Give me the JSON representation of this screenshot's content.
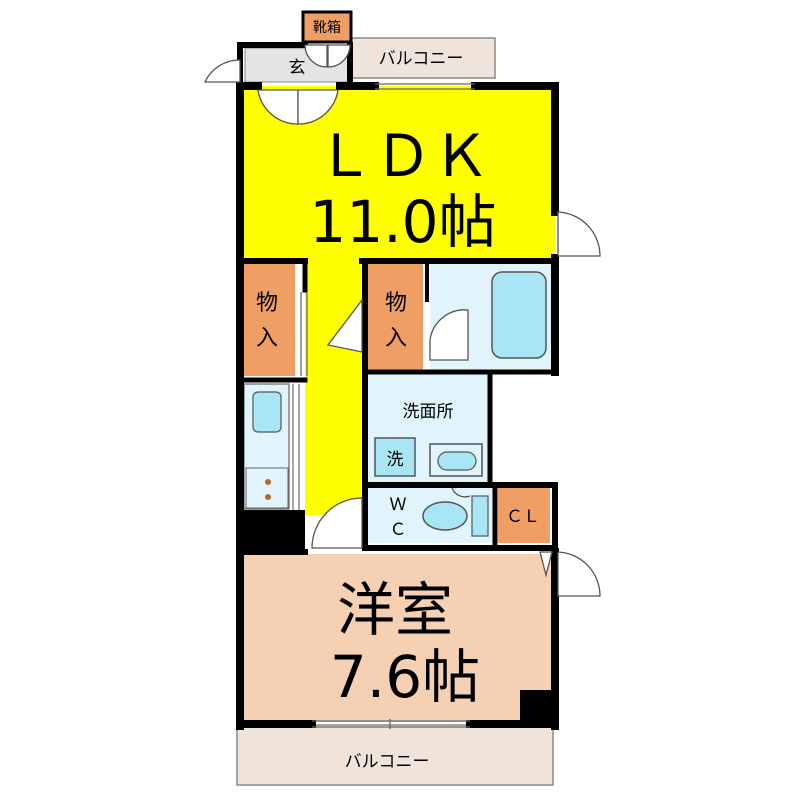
{
  "colors": {
    "ldk_fill": "#ffff00",
    "western_room_fill": "#f5d0b3",
    "storage_fill": "#ef9f63",
    "wet_area_fill": "#e1f3fb",
    "fixture_fill": "#a9e6f5",
    "balcony_fill": "#f0e4da",
    "wall": "#000000"
  },
  "rooms": {
    "ldk": {
      "name": "ＬＤＫ",
      "area": "11.0帖"
    },
    "western": {
      "name": "洋室",
      "area": "7.6帖"
    },
    "storage_left": {
      "line1": "物",
      "line2": "入"
    },
    "storage_right": {
      "line1": "物",
      "line2": "入"
    },
    "washroom": {
      "label": "洗面所"
    },
    "washer": {
      "label": "洗"
    },
    "toilet": {
      "line1": "Ｗ",
      "line2": "Ｃ"
    },
    "closet": {
      "label": "ＣＬ"
    },
    "entrance": {
      "label": "玄"
    },
    "shoe_box": {
      "label": "靴箱"
    }
  },
  "balconies": {
    "top": {
      "label": "バルコニー"
    },
    "bottom": {
      "label": "バルコニー"
    }
  }
}
